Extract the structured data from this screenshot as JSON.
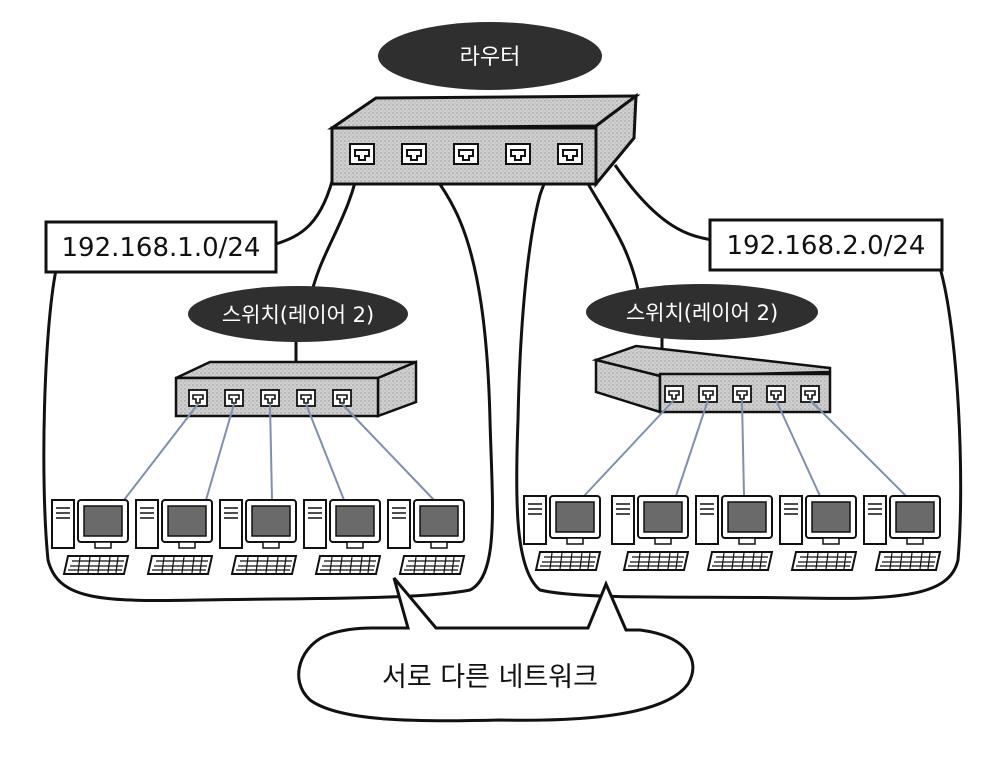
{
  "router": {
    "label": "라우터"
  },
  "networks": [
    {
      "address": "192.168.1.0/24",
      "switch_label": "스위치(레이어 2)"
    },
    {
      "address": "192.168.2.0/24",
      "switch_label": "스위치(레이어 2)"
    }
  ],
  "callout": {
    "text": "서로 다른 네트워크"
  },
  "colors": {
    "pill": "#2f2f2f",
    "device_fill": "#c9c9c9",
    "cable": "#7f8fb0",
    "outline": "#111111",
    "screen": "#6a6a6a"
  }
}
